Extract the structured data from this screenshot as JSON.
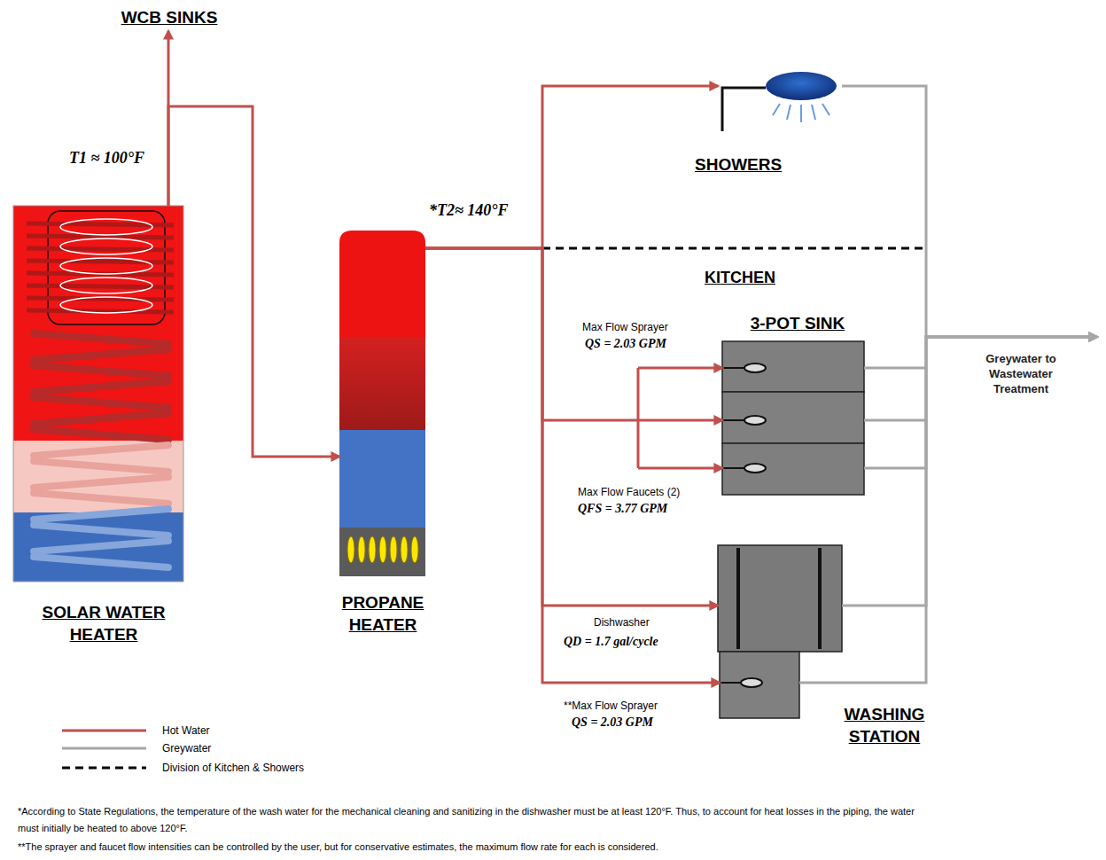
{
  "diagram": {
    "nodes": [
      {
        "text": [
          "WCB SINKS"
        ]
      },
      {
        "text": [
          "SOLAR WATER HEATER"
        ]
      },
      {
        "text": [
          "PROPANE HEATER"
        ]
      },
      {
        "text": [
          "SHOWERS"
        ]
      },
      {
        "text": [
          "3-POT SINK"
        ]
      },
      {
        "text": [
          "Dishwasher"
        ]
      },
      {
        "text": [
          "WASHING STATION"
        ]
      },
      {
        "text": [
          "Greywater to Wastewater Treatment"
        ]
      }
    ],
    "edges": [
      {
        "from": 1,
        "to": 0,
        "arrow": "to"
      },
      {
        "from": 1,
        "to": 2,
        "arrow": "to"
      },
      {
        "from": 2,
        "to": 3,
        "arrow": "to"
      },
      {
        "from": 2,
        "to": 4,
        "arrow": "to"
      },
      {
        "from": 2,
        "to": 5,
        "arrow": "to"
      },
      {
        "from": 2,
        "to": 6,
        "arrow": "to"
      },
      {
        "from": 3,
        "to": 7,
        "arrow": "to"
      },
      {
        "from": 4,
        "to": 7,
        "arrow": "to"
      },
      {
        "from": 5,
        "to": 7,
        "arrow": "to"
      },
      {
        "from": 6,
        "to": 7,
        "arrow": "to"
      }
    ],
    "labels": [
      "T1 ≈ 100°F",
      "*T2≈ 140°F",
      "KITCHEN",
      "Max Flow Sprayer",
      "QS = 2.03 GPM",
      "Max Flow Faucets (2)",
      "QFS = 3.77 GPM",
      "QD = 1.7 gal/cycle",
      "**Max Flow Sprayer",
      "QS = 2.03 GPM",
      "*According to State Regulations, the temperature of the wash water for the mechanical cleaning and sanitizing in the dishwasher must be at least 120°F. Thus, to account for heat losses in the piping, the water must initially be heated to above 120°F.",
      "**The sprayer and faucet flow intensities can be controlled by the user, but for conservative estimates, the maximum flow rate for each is considered."
    ],
    "legend": [
      {
        "text": "Hot Water"
      },
      {
        "text": "Greywater"
      },
      {
        "text": "Division of Kitchen & Showers"
      }
    ]
  }
}
